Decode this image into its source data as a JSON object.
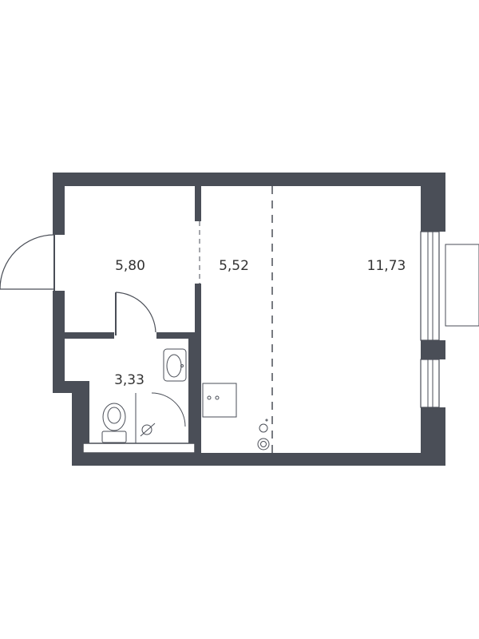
{
  "rooms": [
    {
      "id": "hall",
      "area": "5,80"
    },
    {
      "id": "kitchen",
      "area": "5,52"
    },
    {
      "id": "living",
      "area": "11,73"
    },
    {
      "id": "bathroom",
      "area": "3,33"
    }
  ],
  "colors": {
    "wall": "#4a4e57",
    "text": "#333333",
    "background": "#ffffff"
  }
}
